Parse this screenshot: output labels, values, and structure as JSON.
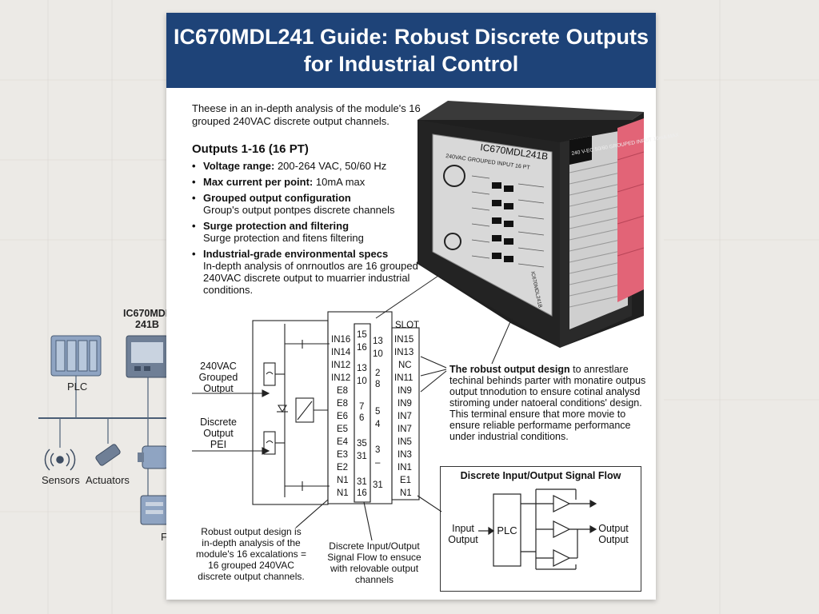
{
  "title": "IC670MDL241 Guide: Robust Discrete Outputs for Industrial Control",
  "intro": "Theese in an in-depth analysis of the module's 16 grouped 240VAC discrete output channels.",
  "section_title": "Outputs 1-16 (16 PT)",
  "bullets": [
    {
      "label": "Voltage range:",
      "text": " 200-264 VAC, 50/60 Hz",
      "sub": ""
    },
    {
      "label": "Max current per point:",
      "text": " 10mA max",
      "sub": ""
    },
    {
      "label": "Grouped output configuration",
      "text": "",
      "sub": "Group's output pontpes discrete channels"
    },
    {
      "label": "Surge protection and filtering",
      "text": "",
      "sub": "Surge protection and fitens filtering"
    },
    {
      "label": "Industrial-grade environmental specs",
      "text": "",
      "sub": "In-depth analysis of onrnoutlos are 16 grouped 240VAC discrete output to muarrier industrial conditions."
    }
  ],
  "background": {
    "module_label": "IC670MDL 241B",
    "plc_label": "PLC",
    "sensors_label": "Sensors",
    "actuators_label": "Actuators",
    "cut_label": "F"
  },
  "module_photo": {
    "model": "IC670MDL241B",
    "subtitle": "240VAC GROUPED INPUT 16 PT",
    "spec_plate": "240 V-EC 50/60 GROUPED INPUT 10mA MAX",
    "side_text": "IC670MDL241B"
  },
  "wiring": {
    "input_label_1": "240VAC Grouped Output",
    "input_label_2": "Discrete Output PEI",
    "slot_label": "SLOT",
    "left_col": [
      "IN16",
      "IN14",
      "IN12",
      "IN12",
      "E8",
      "E8",
      "E6",
      "E5",
      "E4",
      "E3",
      "E2",
      "N1",
      "N1"
    ],
    "mid_a": [
      "15",
      "16",
      "13",
      "10",
      "7",
      "6",
      "35",
      "31",
      "31",
      "16"
    ],
    "mid_b": [
      "13",
      "10",
      "2",
      "8",
      "5",
      "4",
      "3",
      "–",
      "31"
    ],
    "right_col": [
      "IN15",
      "IN13",
      "NC",
      "IN11",
      "IN9",
      "IN9",
      "IN7",
      "IN7",
      "IN5",
      "IN3",
      "IN1",
      "E1",
      "N1"
    ],
    "note_left": "Robust output design is in-depth analysis of the module's 16 excalations = 16 grouped 240VAC discrete output channels.",
    "note_center": "Discrete Input/Output Signal Flow to ensuce with relovable output channels"
  },
  "right_desc": {
    "bold": "The robust output design",
    "text": " to anrestlare techinal behinds parter with monatire outpus output tnnodution to ensure cotinal analysd stiroming under natoeral conditions' design. This terminal ensure that more movie to ensure reliable performame performance under industrial conditions."
  },
  "flow": {
    "title": "Discrete Input/Output Signal Flow",
    "input_label": "Input Output",
    "plc_label": "PLC",
    "output_label": "Output Output"
  },
  "colors": {
    "banner": "#1e4378",
    "module": "#1d1d1d",
    "terminal": "#e26477"
  }
}
